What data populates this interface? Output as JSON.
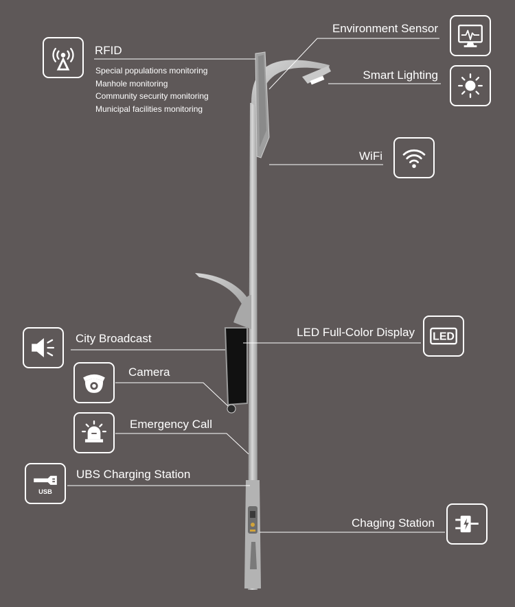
{
  "features": {
    "rfid": {
      "title": "RFID",
      "items": [
        "Special populations monitoring",
        "Manhole monitoring",
        "Community security monitoring",
        "Municipal facilities monitoring"
      ]
    },
    "environment_sensor": "Environment Sensor",
    "smart_lighting": "Smart Lighting",
    "wifi": "WiFi",
    "city_broadcast": "City Broadcast",
    "camera": "Camera",
    "led_display": "LED Full-Color Display",
    "emergency_call": "Emergency Call",
    "usb_charging": "UBS Charging Station",
    "charging_station": "Chaging Station"
  },
  "icons": {
    "rfid": "rfid-tower-icon",
    "environment_sensor": "monitor-pulse-icon",
    "smart_lighting": "sun-icon",
    "wifi": "wifi-icon",
    "city_broadcast": "speaker-icon",
    "camera": "dome-camera-icon",
    "led_display": "led-icon",
    "led_text": "LED",
    "emergency_call": "alarm-siren-icon",
    "usb_charging": "usb-icon",
    "usb_text": "USB",
    "charging_station": "ev-plug-icon"
  },
  "colors": {
    "background": "#5e5858",
    "pole": "#bdbdbd",
    "line": "#ffffff",
    "display_panel": "#111111"
  }
}
